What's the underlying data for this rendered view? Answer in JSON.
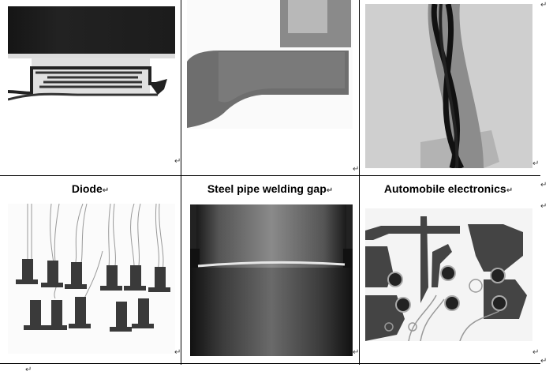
{
  "row2": {
    "captions": [
      "Diode",
      "Steel pipe welding gap",
      "Automobile electronics"
    ]
  },
  "marks": {
    "paragraph": "↵"
  }
}
